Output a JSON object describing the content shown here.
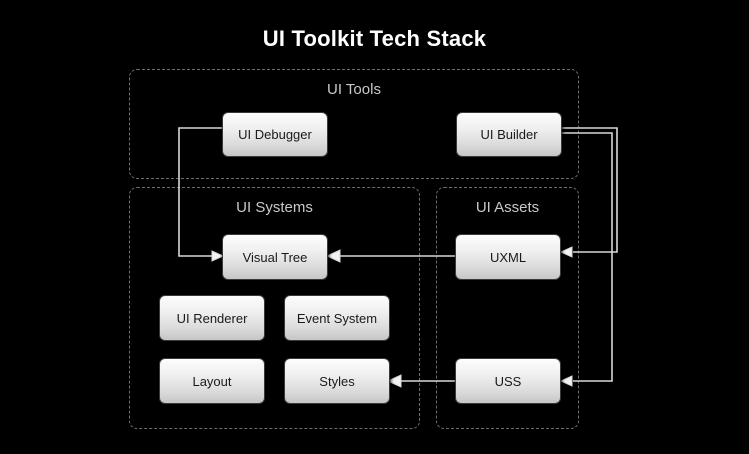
{
  "diagram": {
    "title": "UI Toolkit Tech Stack",
    "background_color": "#000000",
    "node_text_color": "#1a1a1a",
    "group_border_color": "#6e6e6e",
    "group_label_color": "#c9c9c9",
    "edge_color": "#d8d8d8",
    "groups": [
      {
        "id": "ui-tools",
        "label": "UI Tools"
      },
      {
        "id": "ui-systems",
        "label": "UI Systems"
      },
      {
        "id": "ui-assets",
        "label": "UI Assets"
      }
    ],
    "nodes": [
      {
        "id": "ui-debugger",
        "label": "UI Debugger",
        "group": "ui-tools"
      },
      {
        "id": "ui-builder",
        "label": "UI Builder",
        "group": "ui-tools"
      },
      {
        "id": "visual-tree",
        "label": "Visual Tree",
        "group": "ui-systems"
      },
      {
        "id": "ui-renderer",
        "label": "UI Renderer",
        "group": "ui-systems"
      },
      {
        "id": "event-system",
        "label": "Event System",
        "group": "ui-systems"
      },
      {
        "id": "layout",
        "label": "Layout",
        "group": "ui-systems"
      },
      {
        "id": "styles",
        "label": "Styles",
        "group": "ui-systems"
      },
      {
        "id": "uxml",
        "label": "UXML",
        "group": "ui-assets"
      },
      {
        "id": "uss",
        "label": "USS",
        "group": "ui-assets"
      }
    ],
    "edges": [
      {
        "from": "ui-debugger",
        "to": "visual-tree",
        "arrow": "end"
      },
      {
        "from": "uxml",
        "to": "visual-tree",
        "arrow": "end"
      },
      {
        "from": "ui-builder",
        "to": "uxml",
        "arrow": "end"
      },
      {
        "from": "ui-builder",
        "to": "uss",
        "arrow": "end"
      },
      {
        "from": "uss",
        "to": "styles",
        "arrow": "end"
      }
    ]
  }
}
